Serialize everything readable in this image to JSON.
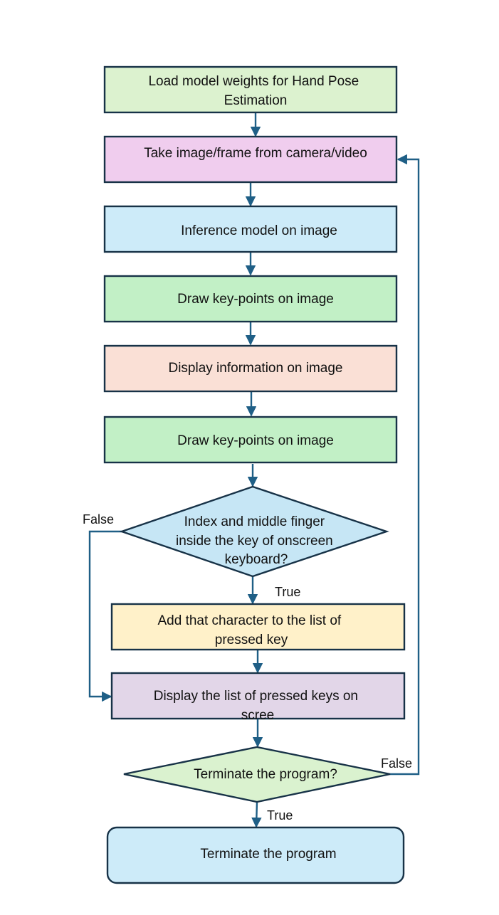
{
  "colors": {
    "edge": "#1f5f86",
    "outline": "#173247",
    "load_fill": "#dcf2cf",
    "capture_fill": "#f0cdee",
    "inference_fill": "#cdebf9",
    "draw_fill": "#c2f0c6",
    "display_info_fill": "#fae0d6",
    "decision_finger_fill": "#c6e6f5",
    "add_char_fill": "#fff1c9",
    "display_list_fill": "#e2d6e8",
    "decision_terminate_fill": "#daf2cf",
    "terminate_fill": "#cdebf9"
  },
  "nodes": {
    "load": {
      "lines": [
        "Load model weights for Hand Pose",
        "Estimation"
      ]
    },
    "capture": {
      "lines": [
        "Take image/frame from camera/video"
      ]
    },
    "inference": {
      "lines": [
        "Inference model on image"
      ]
    },
    "draw1": {
      "lines": [
        "Draw key-points on image"
      ]
    },
    "display_info": {
      "lines": [
        "Display information on image"
      ]
    },
    "draw2": {
      "lines": [
        "Draw key-points on image"
      ]
    },
    "decision_finger": {
      "lines": [
        "Index and middle finger",
        "inside the key of onscreen",
        "keyboard?"
      ]
    },
    "add_char": {
      "lines": [
        "Add that character to the list of",
        "pressed key"
      ]
    },
    "display_list": {
      "lines": [
        "Display the list of pressed keys on",
        "scree"
      ]
    },
    "decision_terminate": {
      "lines": [
        "Terminate the program?"
      ]
    },
    "terminate": {
      "lines": [
        "Terminate the program"
      ]
    }
  },
  "edge_labels": {
    "finger_false": "False",
    "finger_true": "True",
    "terminate_false": "False",
    "terminate_true": "True"
  }
}
